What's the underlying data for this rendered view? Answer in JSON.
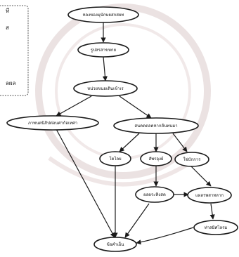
{
  "nodes": [
    {
      "id": "n1",
      "label": "หลงของมุนักษยสกสยท"
    },
    {
      "id": "n2",
      "label": "รูปสรสาขหกย"
    },
    {
      "id": "n3",
      "label": "หน่วยขนยเดินเข้าเร"
    },
    {
      "id": "n4",
      "label": "ภาทนตนิภิปด่อนศาก้อเทศา"
    },
    {
      "id": "n5",
      "label": "สนคดตลคหากส้นทนมา"
    },
    {
      "id": "n6",
      "label": "โตไลย"
    },
    {
      "id": "n7",
      "label": "สัพรอุงย์"
    },
    {
      "id": "n8",
      "label": "ใช่บักการ"
    },
    {
      "id": "n9",
      "label": "ผลผระทิงสต"
    },
    {
      "id": "n10",
      "label": "แผลรพสาทลาก"
    },
    {
      "id": "n11",
      "label": "ท่าสมิศไลรม"
    },
    {
      "id": "n12",
      "label": "ข้อคำเย็น"
    }
  ],
  "side_panel": {
    "line1": "ที",
    "line2": "ส",
    "line3": "ลผล"
  },
  "colors": {
    "stroke": "#1a1a1a",
    "watermark": "#d8c7c7"
  }
}
